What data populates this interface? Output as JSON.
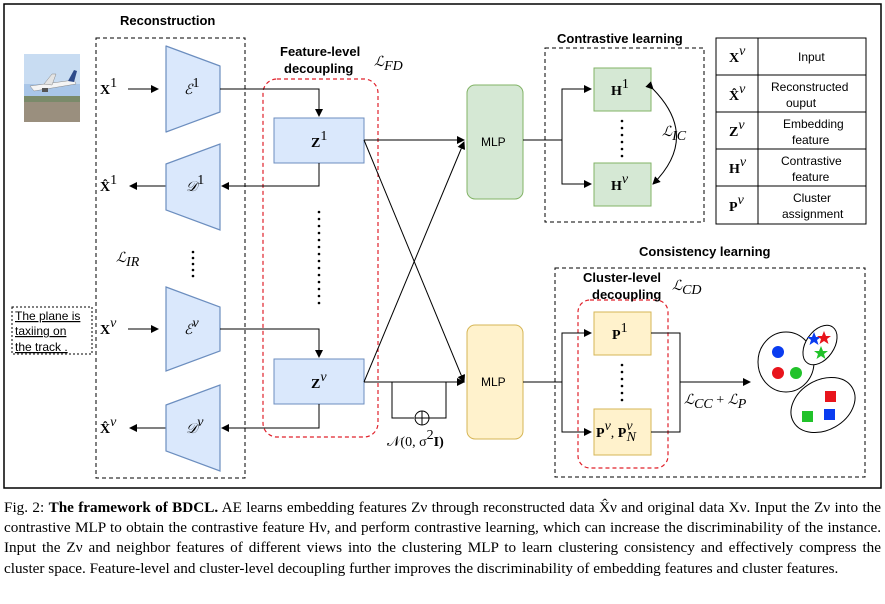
{
  "diagram": {
    "sections": {
      "reconstruction": "Reconstruction",
      "feature_level": "Feature-level",
      "decoupling": "decoupling",
      "contrastive": "Contrastive learning",
      "consistency": "Consistency learning",
      "cluster_level": "Cluster-level",
      "cluster_decoupling": "decoupling"
    },
    "inputs": {
      "x1": "X",
      "x1_sup": "1",
      "xv": "X",
      "xv_sup": "v",
      "xhat1_sup": "1",
      "xhatv_sup": "ν",
      "text_input": [
        "The plane is",
        "taxiing on",
        "the track ."
      ]
    },
    "encoders": {
      "e1": "ℰ",
      "e1_sup": "1",
      "ev": "ℰ",
      "ev_sup": "ν"
    },
    "decoders": {
      "d1": "𝒟",
      "d1_sup": "1",
      "dv": "𝒟",
      "dv_sup": "v"
    },
    "features": {
      "z1": "Z",
      "z1_sup": "1",
      "zv": "Z",
      "zv_sup": "ν"
    },
    "contrastive": {
      "h1": "H",
      "h1_sup": "1",
      "hv": "H",
      "hv_sup": "ν"
    },
    "clusters": {
      "p1": "P",
      "p1_sup": "1",
      "pv": "P",
      "pv_sup": "ν",
      "pn_sub": "N"
    },
    "mlp_label": "MLP",
    "losses": {
      "l_fd": "ℒ",
      "l_fd_sub": "FD",
      "l_ic": "ℒ",
      "l_ic_sub": "IC",
      "l_ir": "ℒ",
      "l_ir_sub": "IR",
      "l_cd": "ℒ",
      "l_cd_sub": "CD",
      "l_cc": "ℒ",
      "l_cc_sub": "CC",
      "l_p": "ℒ",
      "l_p_sub": "P",
      "noise": "𝒩(0, σ",
      "noise_sup": "2",
      "noise_end": "I)"
    },
    "legend": [
      {
        "sym": "X",
        "sup": "v",
        "hat": false,
        "desc": [
          "Input"
        ]
      },
      {
        "sym": "X",
        "sup": "v",
        "hat": true,
        "desc": [
          "Reconstructed",
          "ouput"
        ]
      },
      {
        "sym": "Z",
        "sup": "v",
        "hat": false,
        "desc": [
          "Embedding",
          "feature"
        ]
      },
      {
        "sym": "H",
        "sup": "v",
        "hat": false,
        "desc": [
          "Contrastive",
          "feature"
        ]
      },
      {
        "sym": "P",
        "sup": "v",
        "hat": false,
        "desc": [
          "Cluster",
          "assignment"
        ]
      }
    ],
    "colors": {
      "blue_fill": "#dae8fc",
      "blue_stroke": "#6c8ebf",
      "green_fill": "#d5e8d4",
      "green_stroke": "#82b366",
      "yellow_fill": "#fff2cc",
      "yellow_stroke": "#d6b656",
      "red_dashed": "#e0212b"
    }
  },
  "caption": {
    "prefix": "Fig. 2: ",
    "title": "The framework of BDCL.",
    "body": " AE learns embedding features Zν through reconstructed data X̂ν and original data Xν. Input the Zν into the contrastive MLP to obtain the contrastive feature Hν, and perform contrastive learning, which can increase the discriminability of the instance. Input the Zν and neighbor features of different views into the clustering MLP to learn clustering consistency and effectively compress the cluster space. Feature-level and cluster-level decoupling further improves the discriminability of embedding features and cluster features."
  }
}
